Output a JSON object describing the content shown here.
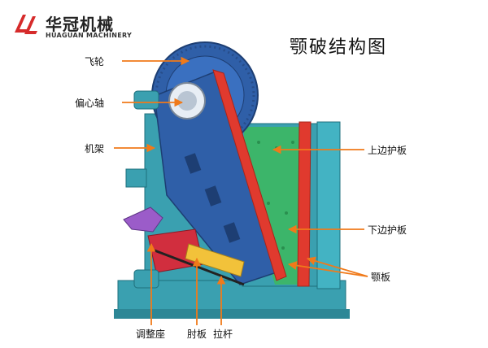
{
  "brand": {
    "name_cn": "华冠机械",
    "name_en": "HUAGUAN MACHINERY"
  },
  "title": "颚破结构图",
  "labels": {
    "flywheel": "飞轮",
    "eccentric_shaft": "偏心轴",
    "frame": "机架",
    "upper_guard_plate": "上边护板",
    "lower_guard_plate": "下边护板",
    "jaw_plate": "颚板",
    "adjusting_seat": "调整座",
    "toggle_plate": "肘板",
    "tension_rod": "拉杆"
  },
  "colors": {
    "arrow": "#f07a1a",
    "frame": "#3aa0b0",
    "jaw": "#e03a2e",
    "flywheel": "#2f5fa8",
    "chamber": "#3cb56a",
    "brand_red": "#d62b2b"
  }
}
